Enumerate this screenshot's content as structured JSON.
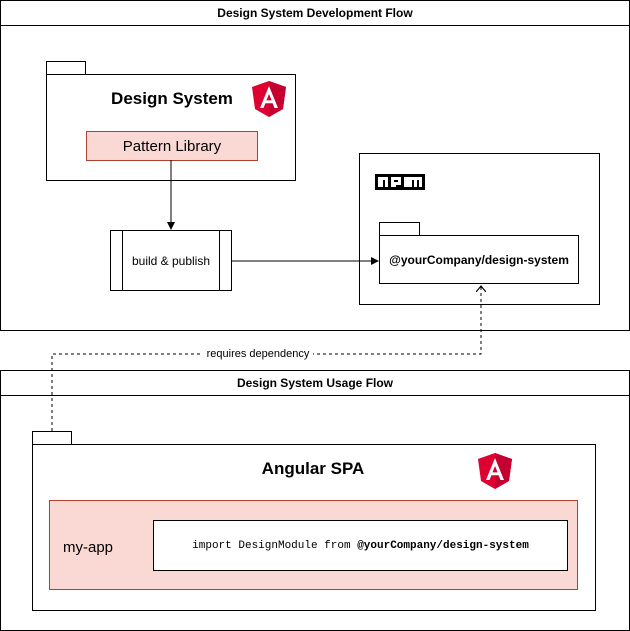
{
  "dev_flow": {
    "title": "Design System Development Flow",
    "design_system": {
      "title": "Design System",
      "logo": "angular-logo",
      "pattern_library": "Pattern Library"
    },
    "build_step": "build & publish",
    "npm": {
      "logo": "npm-logo",
      "package": "@yourCompany/design-system"
    }
  },
  "usage_flow": {
    "title": "Design System Usage Flow",
    "spa": {
      "title": "Angular SPA",
      "logo": "angular-logo"
    },
    "app": {
      "name": "my-app",
      "import_prefix": "import DesignModule from ",
      "import_package": "@yourCompany/design-system"
    }
  },
  "dependency_label": "requires dependency",
  "colors": {
    "pink_fill": "#fad9d5",
    "pink_border": "#ae4132",
    "angular_red": "#dd0031",
    "angular_dark": "#c3002f"
  }
}
